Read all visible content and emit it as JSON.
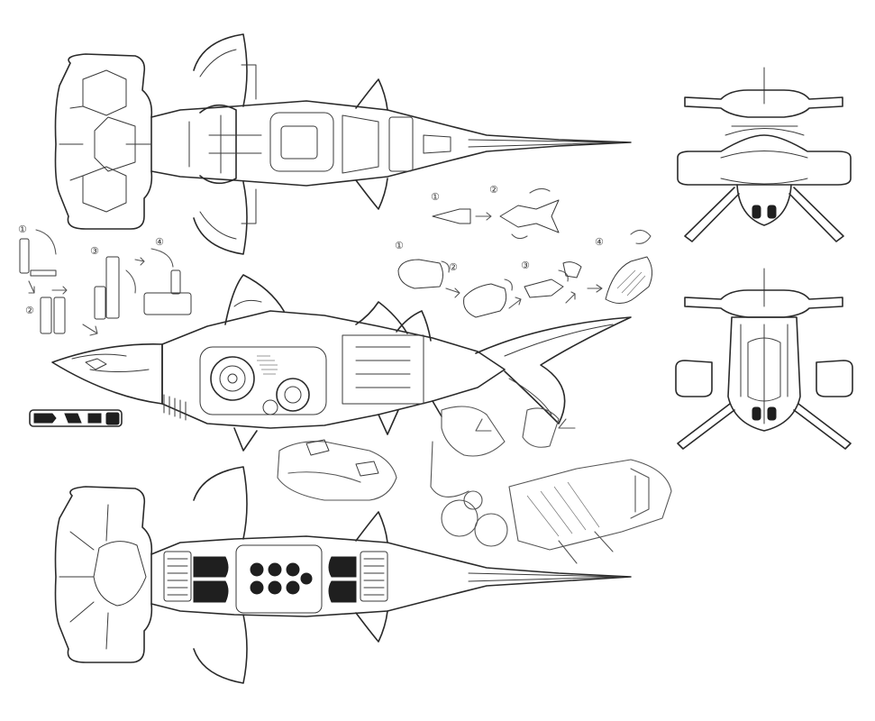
{
  "sheet": {
    "background": "#ffffff",
    "ink_color": "#2a2a2a",
    "style": "pencil line-art mecha design sheet",
    "views": [
      {
        "id": "top-view",
        "subject": "hammerhead shark mecha, top view"
      },
      {
        "id": "side-view",
        "subject": "hammerhead shark mecha, side view"
      },
      {
        "id": "bottom-view",
        "subject": "hammerhead shark mecha, bottom view"
      },
      {
        "id": "front-view",
        "subject": "hammerhead shark mecha, front view"
      },
      {
        "id": "rear-view",
        "subject": "hammerhead shark mecha, rear view"
      }
    ],
    "sequences": [
      {
        "id": "sequence-left",
        "steps": [
          "①",
          "②",
          "③",
          "④"
        ]
      },
      {
        "id": "sequence-tail",
        "steps": [
          "①",
          "②"
        ]
      },
      {
        "id": "sequence-middle",
        "steps": [
          "①",
          "②",
          "③",
          "④"
        ]
      }
    ]
  }
}
